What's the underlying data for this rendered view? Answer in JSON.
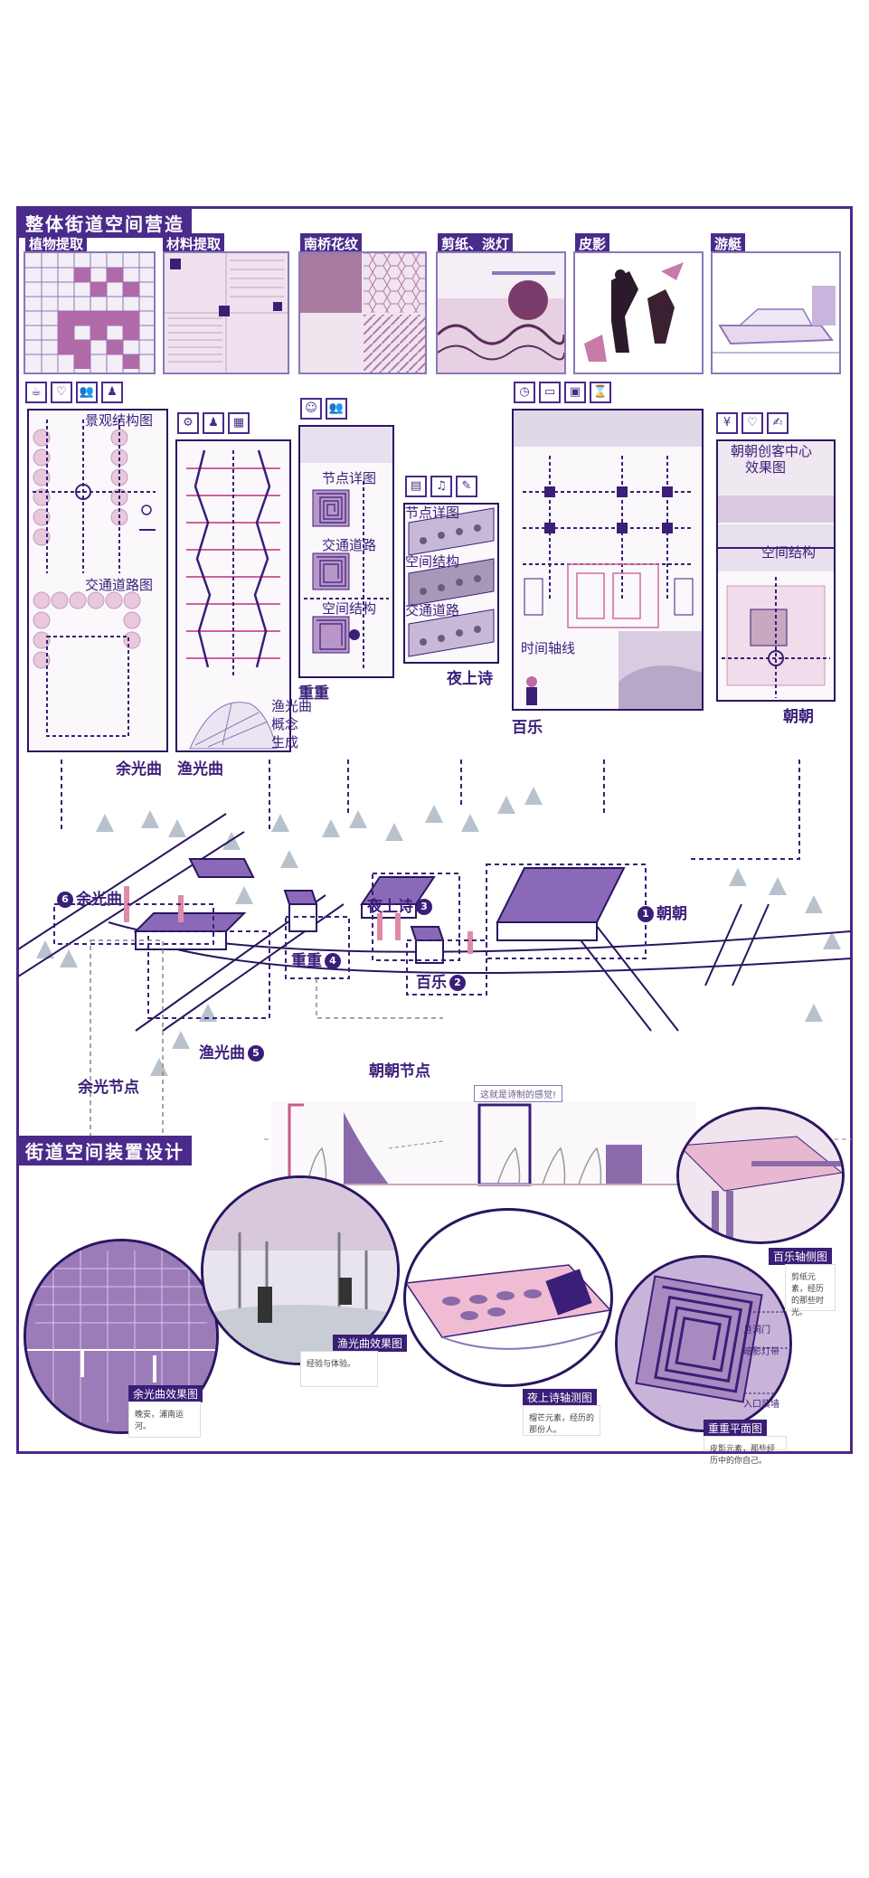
{
  "sections": {
    "street_space": "整体街道空间营造",
    "installation_design": "街道空间装置设计"
  },
  "categories": [
    "植物提取",
    "材料提取",
    "南桥花纹",
    "剪纸、淡灯",
    "皮影",
    "游艇"
  ],
  "panels": {
    "p1": {
      "a": "景观结构图",
      "b": "交通道路图",
      "name": "余光曲"
    },
    "p2": {
      "a": "渔光曲",
      "b": "概念",
      "c": "生成",
      "name": "渔光曲"
    },
    "p3": {
      "a": "节点详图",
      "b": "交通道路",
      "c": "空间结构",
      "name": "重重"
    },
    "p4": {
      "a": "节点详图",
      "b": "空间结构",
      "c": "交通道路",
      "name": "夜上诗"
    },
    "p5": {
      "a": "时间轴线",
      "name": "百乐"
    },
    "p6": {
      "a": "朝朝创客中心",
      "b": "效果图",
      "c": "空间结构",
      "name": "朝朝"
    }
  },
  "map": {
    "n1": "朝朝",
    "n1_num": "1",
    "n2": "百乐",
    "n2_num": "2",
    "n3": "夜上诗",
    "n3_num": "3",
    "n4": "重重",
    "n4_num": "4",
    "n5": "渔光曲",
    "n5_num": "5",
    "n6": "余光曲",
    "n6_num": "6",
    "node_a": "余光节点",
    "node_b": "朝朝节点"
  },
  "banner": "这就是诗制的感觉!",
  "views": {
    "v1": {
      "cap": "余光曲效果图",
      "note": "晚安，浦南运河。"
    },
    "v2": {
      "cap": "渔光曲效果图",
      "note": "经验与体验。"
    },
    "v3": {
      "cap": "夜上诗轴测图",
      "note": "榴芒元素，经历的那份人。"
    },
    "v4": {
      "cap": "重重平面图",
      "note": "皮影元素，那些经历中的你自己。",
      "l1": "月洞门",
      "l2": "暗影灯带",
      "l3": "入口装墙"
    },
    "v5": {
      "cap": "百乐轴侧图",
      "note": "剪纸元素，经历的那些时光。"
    }
  },
  "colors": {
    "primary": "#4a2a8a",
    "pink": "#e8a8c8",
    "lavender": "#c8b4dc"
  }
}
